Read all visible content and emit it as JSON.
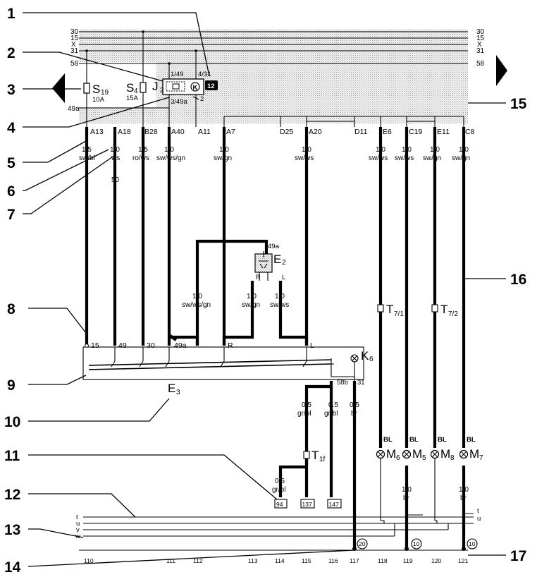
{
  "callouts": [
    {
      "num": "1"
    },
    {
      "num": "2"
    },
    {
      "num": "3"
    },
    {
      "num": "4"
    },
    {
      "num": "5"
    },
    {
      "num": "6"
    },
    {
      "num": "7"
    },
    {
      "num": "8"
    },
    {
      "num": "9"
    },
    {
      "num": "10"
    },
    {
      "num": "11"
    },
    {
      "num": "12"
    },
    {
      "num": "13"
    },
    {
      "num": "14"
    },
    {
      "num": "15"
    },
    {
      "num": "16"
    },
    {
      "num": "17"
    }
  ],
  "rails": {
    "left": [
      "30",
      "15",
      "X",
      "31",
      "58"
    ],
    "right": [
      "30",
      "15",
      "X",
      "31",
      "58"
    ],
    "rail_49a": "49a"
  },
  "relay_panel": {
    "fuse_s19": {
      "name": "S",
      "sub": "19",
      "rating": "10A"
    },
    "fuse_s4": {
      "name": "S",
      "sub": "4",
      "rating": "15A"
    },
    "relay_j2": {
      "name": "J",
      "sub": "2",
      "pin_1": "1/49",
      "pin_4": "4/31",
      "pin_3": "3/49a",
      "pin_2": "2",
      "position": "12"
    }
  },
  "connectors": [
    "A13",
    "A18",
    "B28",
    "A40",
    "A11",
    "A7",
    "D25",
    "A20",
    "D11",
    "E6",
    "C19",
    "E11",
    "C8"
  ],
  "wires": [
    {
      "size": "1.5",
      "color": "sw/bl"
    },
    {
      "size": "1.0",
      "color": "ws"
    },
    {
      "size": "1.5",
      "color": "ro/ws"
    },
    {
      "size": "1.0",
      "color": "sw/ws/gn"
    },
    {
      "size": "1.0",
      "color": "sw/gn"
    },
    {
      "size": "1.0",
      "color": "sw/ws"
    },
    {
      "size": "1.0",
      "color": "sw/ws"
    },
    {
      "size": "1.0",
      "color": "sw/ws"
    },
    {
      "size": "1.0",
      "color": "sw/gn"
    },
    {
      "size": "1.0",
      "color": "sw/gn"
    }
  ],
  "wire_mark_50": "50",
  "mid_wires": [
    {
      "size": "1.0",
      "color": "sw/ws/gn"
    },
    {
      "size": "1.0",
      "color": "sw/gn"
    },
    {
      "size": "1.0",
      "color": "sw/ws"
    }
  ],
  "switch_e2": {
    "name": "E",
    "sub": "2",
    "pin": "49a",
    "r": "R",
    "l": "L"
  },
  "switch_e3": {
    "name": "E",
    "sub": "3",
    "pins": [
      "15",
      "49",
      "30",
      "49a",
      "R",
      "L"
    ]
  },
  "lamp_k6": {
    "name": "K",
    "sub": "6",
    "pin_58b": "58b",
    "pin_31": "31"
  },
  "connectors_t7": [
    {
      "name": "T",
      "sub": "7/1"
    },
    {
      "name": "T",
      "sub": "7/2"
    }
  ],
  "lower_wires": [
    {
      "size": "0.5",
      "color": "gr/bl"
    },
    {
      "size": "0.5",
      "color": "gr/bl"
    },
    {
      "size": "0.5",
      "color": "br"
    },
    {
      "size": "0.5",
      "color": "gr/bl"
    },
    {
      "size": "1.0",
      "color": "br"
    },
    {
      "size": "1.0",
      "color": "br"
    }
  ],
  "connector_t1f": {
    "name": "T",
    "sub": "1f"
  },
  "bulbs": [
    {
      "name": "M",
      "sub": "6",
      "tag": "BL"
    },
    {
      "name": "M",
      "sub": "5",
      "tag": "BL"
    },
    {
      "name": "M",
      "sub": "8",
      "tag": "BL"
    },
    {
      "name": "M",
      "sub": "7",
      "tag": "BL"
    }
  ],
  "refs": [
    "94",
    "137",
    "147"
  ],
  "grounds": [
    "20",
    "10",
    "10"
  ],
  "bus_left": [
    "t",
    "u",
    "v",
    "w"
  ],
  "bus_right": [
    "t",
    "u"
  ],
  "tracks": [
    "110",
    "111",
    "112",
    "113",
    "114",
    "115",
    "116",
    "117",
    "118",
    "119",
    "120",
    "121"
  ]
}
